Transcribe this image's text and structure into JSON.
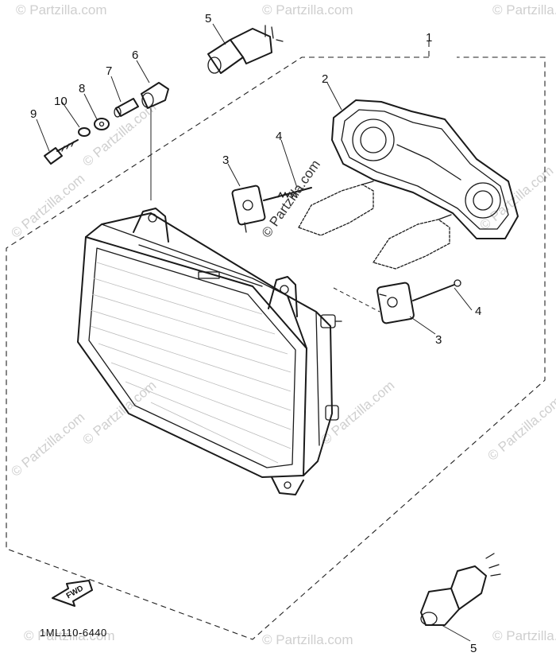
{
  "diagram": {
    "drawing_code": "1ML110-6440",
    "direction_marker": "FWD",
    "watermark": "© Partzilla.com",
    "callouts": [
      "1",
      "2",
      "3",
      "3",
      "4",
      "4",
      "5",
      "5",
      "6",
      "7",
      "8",
      "9",
      "10"
    ]
  }
}
